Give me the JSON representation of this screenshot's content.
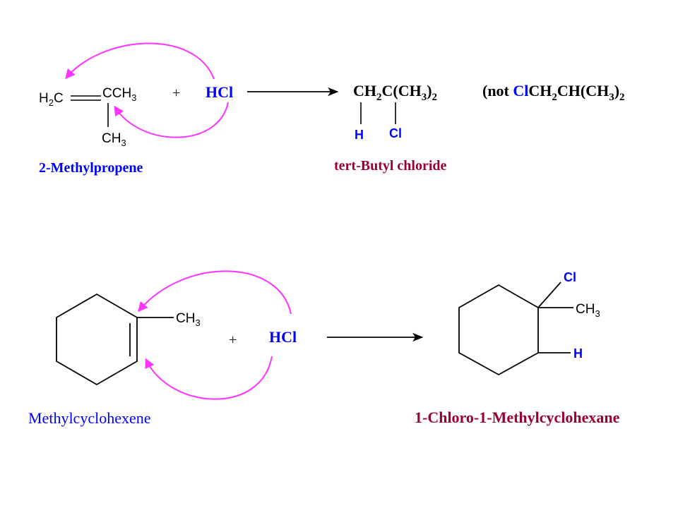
{
  "colors": {
    "arrow_magenta": "#ff33ff",
    "blue": "#0000ff",
    "maroon": "#990033",
    "black": "#000000"
  },
  "reaction1": {
    "reactant": {
      "left_group": {
        "main": "H",
        "sub": "2",
        "end": "C"
      },
      "right_group": {
        "main": "CCH",
        "sub": "3"
      },
      "methyl": {
        "main": "CH",
        "sub": "3"
      },
      "name": "2-Methylpropene"
    },
    "plus": "+",
    "reagent": "HCl",
    "product": {
      "formula": {
        "a": "CH",
        "a_sub": "2",
        "b": "C(CH",
        "b_sub": "3",
        "c": ")",
        "c_sub": "2"
      },
      "h_label": "H",
      "cl_label": "Cl",
      "name": "tert-Butyl chloride"
    },
    "note": {
      "open": "(not ",
      "cl": "Cl",
      "a": "CH",
      "a_sub": "2",
      "b": "CH(CH",
      "b_sub": "3",
      "c": ")",
      "c_sub": "2"
    }
  },
  "reaction2": {
    "reactant": {
      "methyl": {
        "main": "CH",
        "sub": "3"
      },
      "name": "Methylcyclohexene"
    },
    "plus": "+",
    "reagent": "HCl",
    "product": {
      "cl_label": "Cl",
      "methyl": {
        "main": "CH",
        "sub": "3"
      },
      "h_label": "H",
      "name": "1-Chloro-1-Methylcyclohexane"
    }
  }
}
